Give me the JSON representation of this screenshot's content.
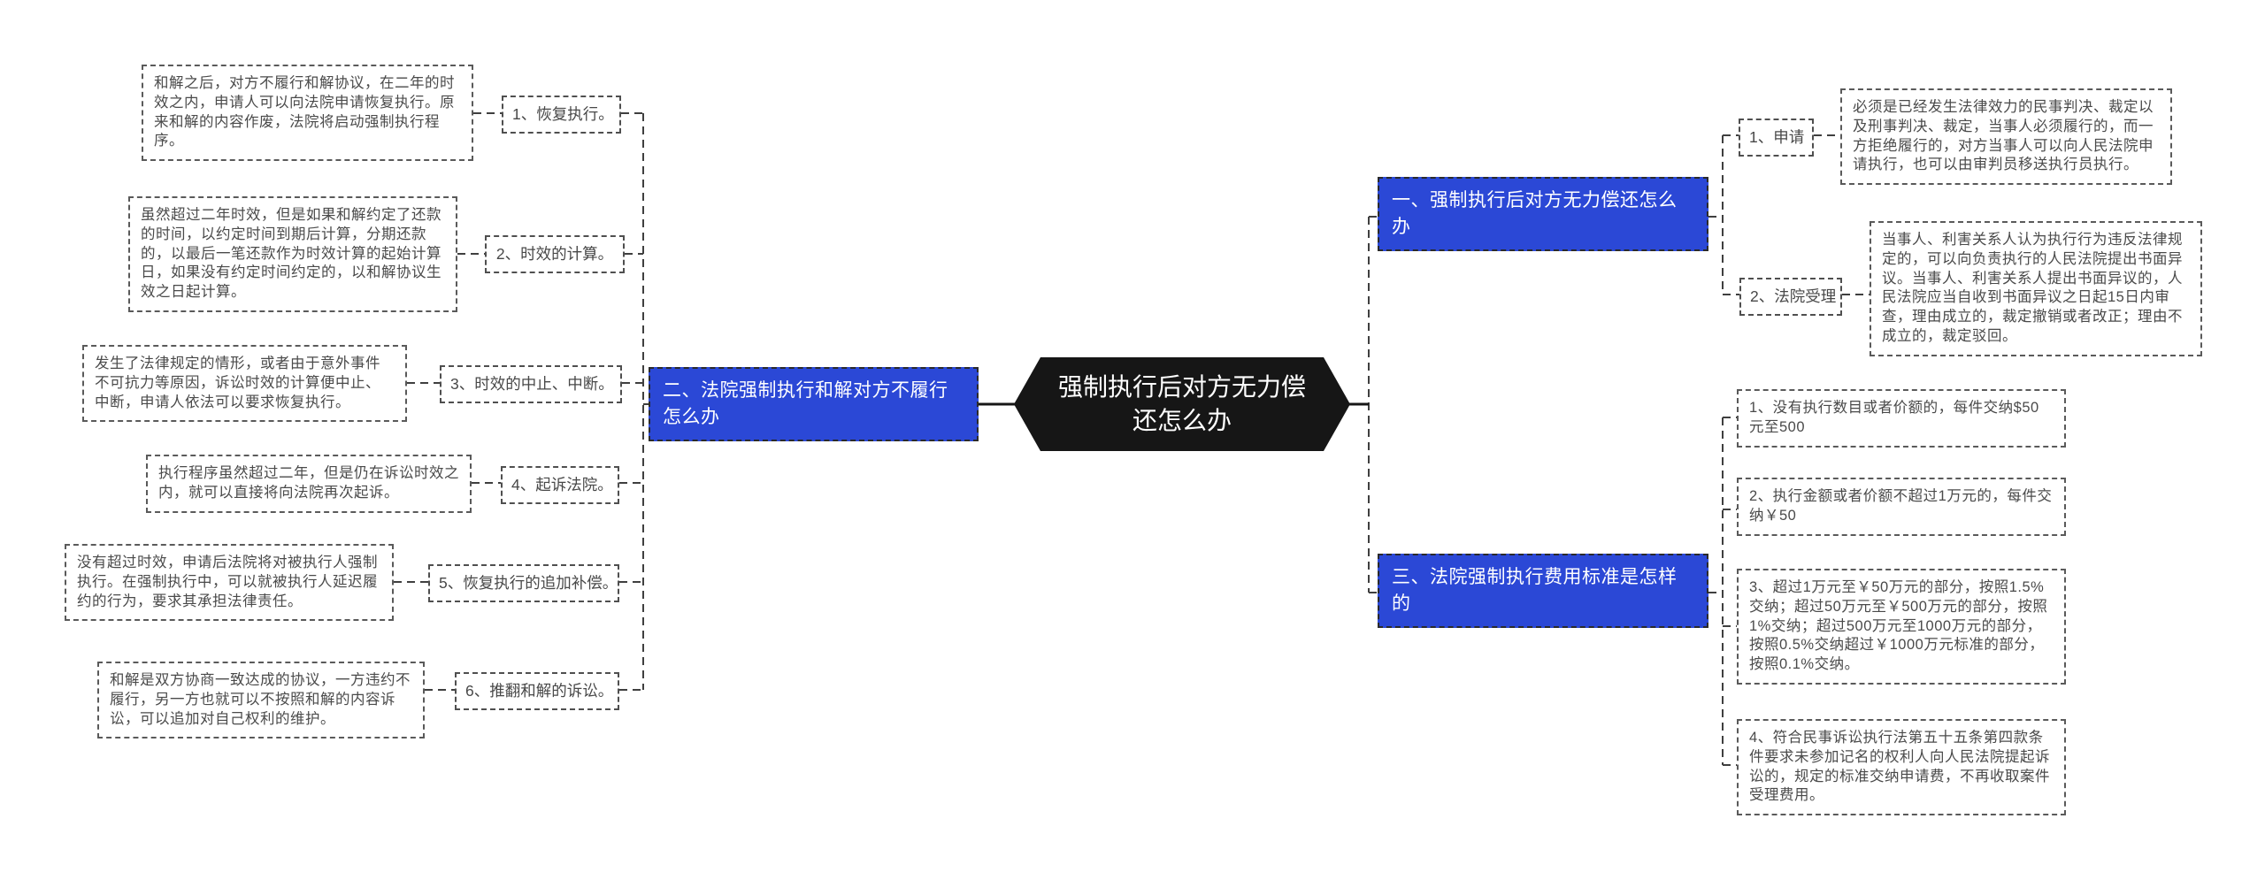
{
  "center": {
    "title": "强制执行后对方无力偿还怎么办"
  },
  "colors": {
    "branch_blue": "#2b48d6",
    "center_black": "#161616",
    "box_border": "#5a5a5a",
    "text_gray": "#4a4a4a",
    "connector": "#3f3f3f"
  },
  "branch_two": {
    "label": "二、法院强制执行和解对方不履行怎么办",
    "children": [
      {
        "label": "1、恢复执行。",
        "detail": "和解之后，对方不履行和解协议，在二年的时效之内，申请人可以向法院申请恢复执行。原来和解的内容作废，法院将启动强制执行程序。"
      },
      {
        "label": "2、时效的计算。",
        "detail": "虽然超过二年时效，但是如果和解约定了还款的时间，以约定时间到期后计算，分期还款的，以最后一笔还款作为时效计算的起始计算日，如果没有约定时间约定的，以和解协议生效之日起计算。"
      },
      {
        "label": "3、时效的中止、中断。",
        "detail": "发生了法律规定的情形，或者由于意外事件不可抗力等原因，诉讼时效的计算便中止、中断，申请人依法可以要求恢复执行。"
      },
      {
        "label": "4、起诉法院。",
        "detail": "执行程序虽然超过二年，但是仍在诉讼时效之内，就可以直接将向法院再次起诉。"
      },
      {
        "label": "5、恢复执行的追加补偿。",
        "detail": "没有超过时效，申请后法院将对被执行人强制执行。在强制执行中，可以就被执行人延迟履约的行为，要求其承担法律责任。"
      },
      {
        "label": "6、推翻和解的诉讼。",
        "detail": "和解是双方协商一致达成的协议，一方违约不履行，另一方也就可以不按照和解的内容诉讼，可以追加对自己权利的维护。"
      }
    ]
  },
  "branch_one": {
    "label": "一、强制执行后对方无力偿还怎么办",
    "children": [
      {
        "label": "1、申请",
        "detail": "必须是已经发生法律效力的民事判决、裁定以及刑事判决、裁定，当事人必须履行的，而一方拒绝履行的，对方当事人可以向人民法院申请执行，也可以由审判员移送执行员执行。"
      },
      {
        "label": "2、法院受理",
        "detail": "当事人、利害关系人认为执行行为违反法律规定的，可以向负责执行的人民法院提出书面异议。当事人、利害关系人提出书面异议的，人民法院应当自收到书面异议之日起15日内审查，理由成立的，裁定撤销或者改正；理由不成立的，裁定驳回。"
      }
    ]
  },
  "branch_three": {
    "label": "三、法院强制执行费用标准是怎样的",
    "items": [
      "1、没有执行数目或者价额的，每件交纳$50元至500",
      "2、执行金额或者价额不超过1万元的，每件交纳￥50",
      "3、超过1万元至￥50万元的部分，按照1.5%交纳；超过50万元至￥500万元的部分，按照1%交纳；超过500万元至1000万元的部分，按照0.5%交纳超过￥1000万元标准的部分，按照0.1%交纳。",
      "4、符合民事诉讼执行法第五十五条第四款条件要求未参加记名的权利人向人民法院提起诉讼的，规定的标准交纳申请费，不再收取案件受理费用。"
    ]
  }
}
